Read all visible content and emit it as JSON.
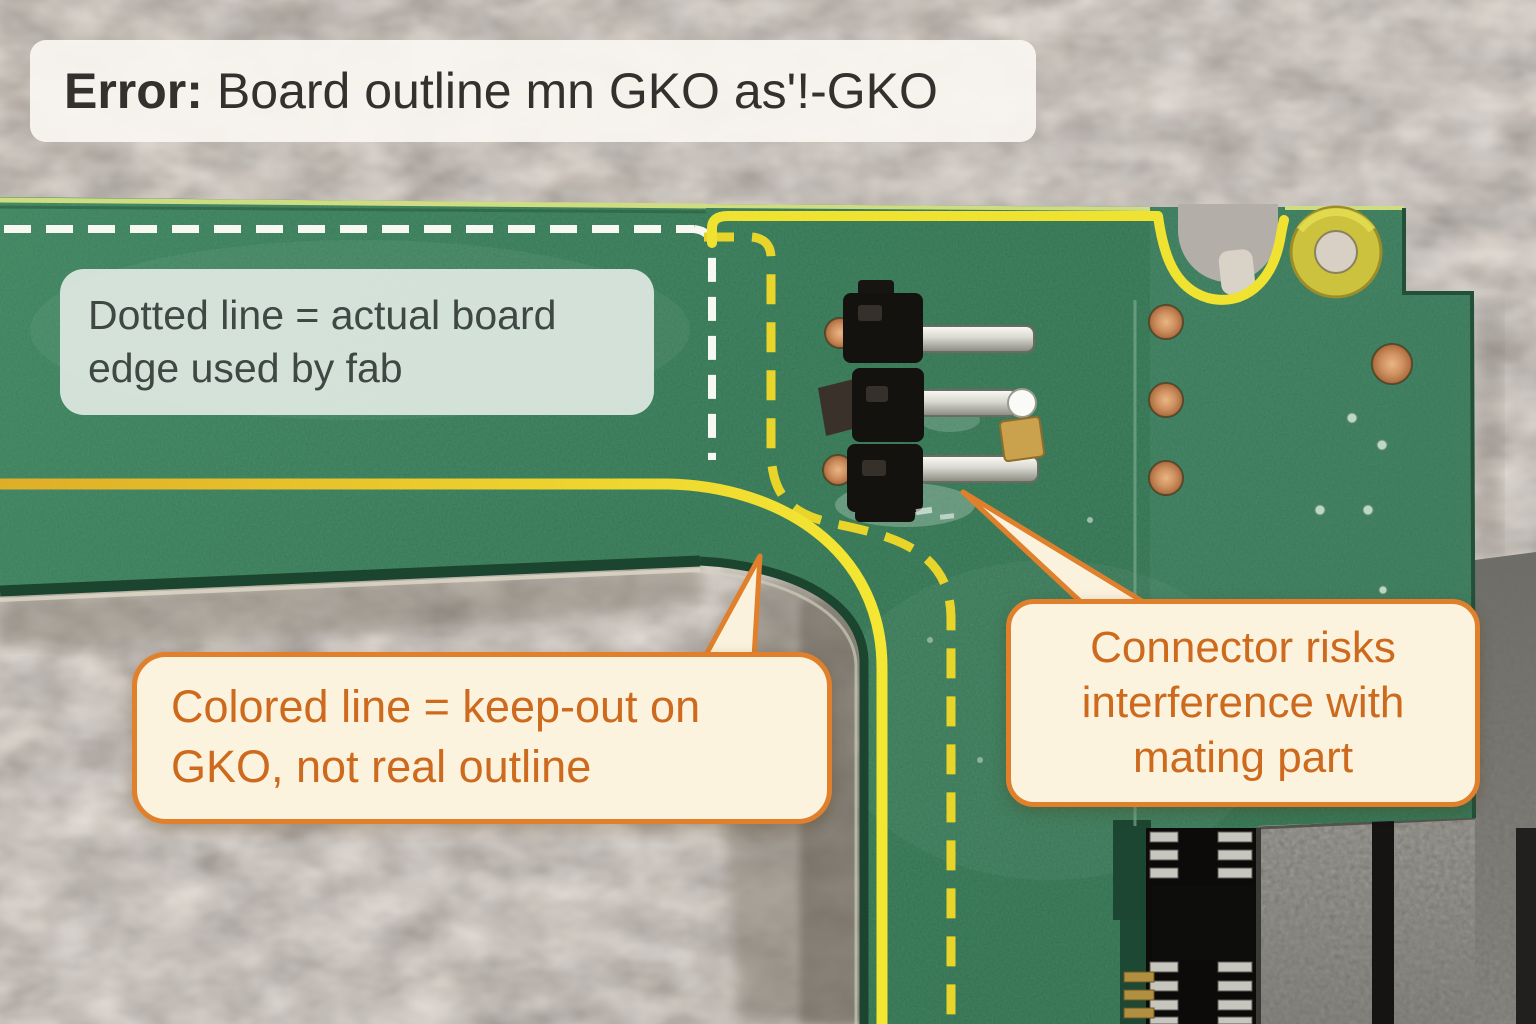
{
  "banner": {
    "prefix": "Error:",
    "message": "Board outline mn GKO as'!-GKO"
  },
  "callouts": {
    "dotted_line": "Dotted line = actual board edge used by fab",
    "colored_line": "Colored line = keep-out on GKO, not real outline",
    "connector": "Connector risks interference with mating part"
  },
  "colors": {
    "callout_border_orange": "#e0802c",
    "callout_text_orange": "#cd6a1d",
    "gko_keepout_yellow": "#f2e432",
    "fab_outline_white": "#f8f8f3",
    "board_green": "#35785a",
    "background_beige": "#ddd3c8"
  }
}
